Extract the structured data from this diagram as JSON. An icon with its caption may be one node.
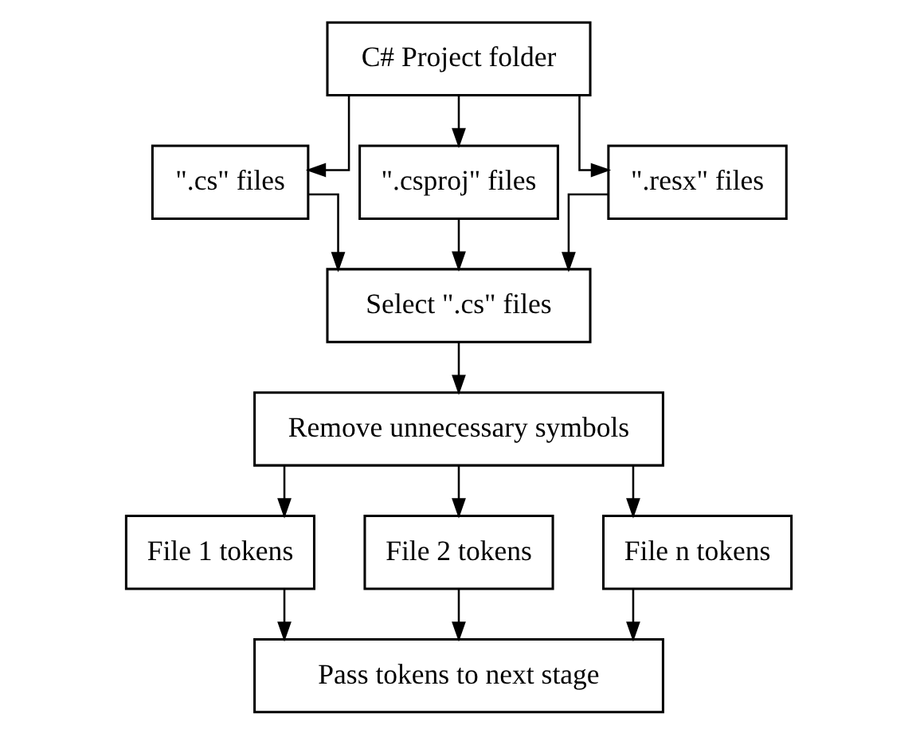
{
  "diagram": {
    "nodes": [
      {
        "text": [
          "C# Project folder"
        ]
      },
      {
        "text": [
          "\".cs\" files"
        ]
      },
      {
        "text": [
          "\".csproj\" files"
        ]
      },
      {
        "text": [
          "\".resx\" files"
        ]
      },
      {
        "text": [
          "Select \".cs\" files"
        ]
      },
      {
        "text": [
          "Remove unnecessary symbols"
        ]
      },
      {
        "text": [
          "File 1 tokens"
        ]
      },
      {
        "text": [
          "File 2 tokens"
        ]
      },
      {
        "text": [
          "File n tokens"
        ]
      },
      {
        "text": [
          "Pass tokens to next stage"
        ]
      }
    ],
    "edges": [
      {
        "from": 0,
        "to": 1,
        "arrow": "to"
      },
      {
        "from": 0,
        "to": 2,
        "arrow": "to"
      },
      {
        "from": 0,
        "to": 3,
        "arrow": "to"
      },
      {
        "from": 1,
        "to": 4,
        "arrow": "to"
      },
      {
        "from": 2,
        "to": 4,
        "arrow": "to"
      },
      {
        "from": 3,
        "to": 4,
        "arrow": "to"
      },
      {
        "from": 4,
        "to": 5,
        "arrow": "to"
      },
      {
        "from": 5,
        "to": 6,
        "arrow": "to"
      },
      {
        "from": 5,
        "to": 7,
        "arrow": "to"
      },
      {
        "from": 5,
        "to": 8,
        "arrow": "to"
      },
      {
        "from": 6,
        "to": 9,
        "arrow": "to"
      },
      {
        "from": 7,
        "to": 9,
        "arrow": "to"
      },
      {
        "from": 8,
        "to": 9,
        "arrow": "to"
      }
    ]
  }
}
